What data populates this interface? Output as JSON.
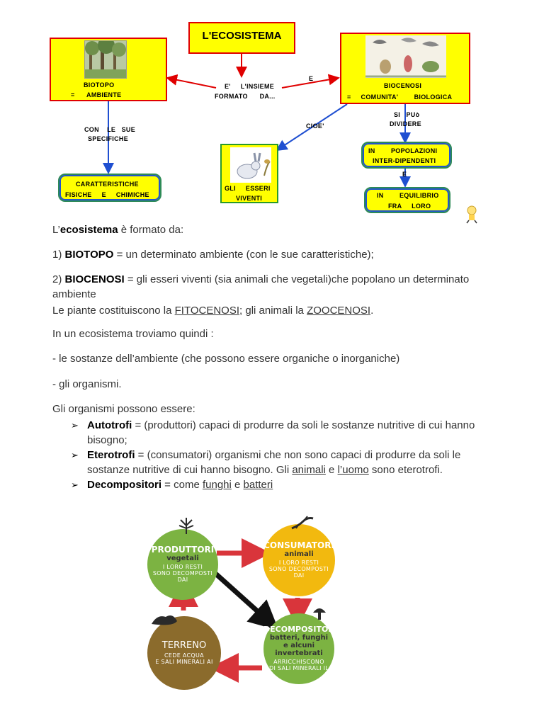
{
  "concept_map": {
    "title": "L'ECOSISTEMA",
    "biotopo": {
      "line1": "BIOTOPO",
      "line2": "=      AMBIENTE"
    },
    "center_label": {
      "line1": "E'     L'INSIEME",
      "line2": "FORMATO      DA..."
    },
    "e_label": "E",
    "biocenosi": {
      "line1": "BIOCENOSI",
      "line2": "=     COMUNITA'        BIOLOGICA"
    },
    "con_le_sue": {
      "line1": "CON    LE   SUE",
      "line2": "SPECIFICHE"
    },
    "caratteristiche": {
      "line1": "CARATTERISTICHE",
      "line2": "FISICHE     E     CHIMICHE"
    },
    "cioe": "CIOE'",
    "esseri": {
      "line1": "GLI     ESSERI",
      "line2": "VIVENTI"
    },
    "si_puo": {
      "line1": "SI   PUò",
      "line2": "DIVIDERE"
    },
    "popolazioni": {
      "line1": "IN        POPOLAZIONI",
      "line2": "INTER-DIPENDENTI"
    },
    "e_label2": "E",
    "equilibrio": {
      "line1": "IN        EQUILIBRIO",
      "line2": "FRA     LORO"
    }
  },
  "text": {
    "p1_pre": "L’",
    "p1_bold": "ecosistema",
    "p1_post": " è formato da:",
    "p2_num": "1) ",
    "p2_bold": "BIOTOPO",
    "p2_post": " = un determinato ambiente (con le sue caratteristiche);",
    "p3_num": "2) ",
    "p3_bold": "BIOCENOSI",
    "p3_post": " = gli esseri viventi (sia animali che vegetali)che popolano un determinato ambiente",
    "p4_pre": "Le piante costituiscono la ",
    "p4_u1": "FITOCENOSI",
    "p4_mid": "; gli animali la ",
    "p4_u2": "ZOOCENOSI",
    "p4_post": ".",
    "p5": "In un ecosistema troviamo quindi :",
    "p6": "- le sostanze dell’ambiente (che possono essere organiche o inorganiche)",
    "p7": "- gli organismi.",
    "p8": "Gli organismi possono essere:",
    "li1_bold": "Autotrofi",
    "li1_post": " = (produttori) capaci di produrre da soli le sostanze nutritive di cui hanno bisogno;",
    "li2_bold": "Eterotrofi",
    "li2_mid": " = (consumatori) organismi che non sono capaci di produrre da soli le sostanze nutritive di cui hanno bisogno. Gli ",
    "li2_u1": "animali",
    "li2_mid2": " e ",
    "li2_u2": "l’uomo",
    "li2_post": " sono eterotrofi.",
    "li3_bold": "Decompositori",
    "li3_mid": " = come ",
    "li3_u1": "funghi",
    "li3_mid2": " e ",
    "li3_u2": "batteri"
  },
  "cycle": {
    "produttori": {
      "title": "PRODUTTORI",
      "sub": "vegetali",
      "note1": "I LORO RESTI",
      "note2": "SONO DECOMPOSTI",
      "note3": "DAI"
    },
    "consumatori": {
      "title": "CONSUMATORI",
      "sub": "animali",
      "note1": "I LORO RESTI",
      "note2": "SONO DECOMPOSTI",
      "note3": "DAI"
    },
    "decompositori": {
      "title": "DECOMPOSITORI",
      "sub1": "batteri, funghi",
      "sub2": "e alcuni",
      "sub3": "invertebrati",
      "note1": "ARRICCHISCONO",
      "note2": "DI SALI MINERALI IL"
    },
    "terreno": {
      "title": "TERRENO",
      "note1": "CEDE ACQUA",
      "note2": "E SALI MINERALI AI"
    }
  },
  "colors": {
    "box_yellow": "#ffff00",
    "border_red": "#e00000",
    "arrow_blue": "#1f4fd1",
    "green": "#7cb342",
    "orange": "#f2b90f",
    "brown": "#8b6b2c",
    "cycle_red": "#d9353b"
  }
}
